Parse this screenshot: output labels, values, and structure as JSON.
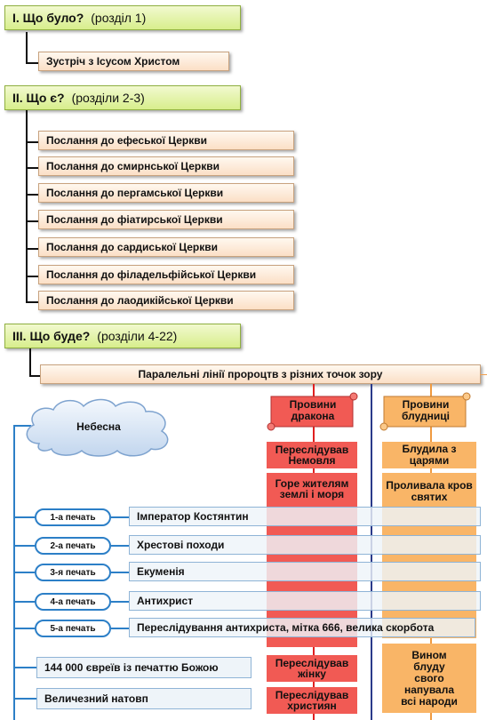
{
  "sections": [
    {
      "number": "I. Що було?",
      "ref": "(розділ 1)"
    },
    {
      "number": "II. Що є?",
      "ref": "(розділи 2-3)"
    },
    {
      "number": "III. Що буде?",
      "ref": "(розділи 4-22)"
    }
  ],
  "section1_items": [
    "Зустріч з Ісусом Христом"
  ],
  "section2_items": [
    "Послання до ефеської Церкви",
    "Послання до смирнської Церкви",
    "Послання до пергамської Церкви",
    "Послання до фіатирської Церкви",
    "Послання до сардиської Церкви",
    "Послання до філадельфійської Церкви",
    "Послання до лаодикійської Церкви"
  ],
  "parallel_lines": "Паралельні лінії пророцтв з різних точок зору",
  "heaven": "Небесна",
  "dragon_scroll": "Провини дракона",
  "harlot_scroll": "Провини блудниці",
  "red_events": [
    "Переслідував Немовля",
    "Горе жителям землі і моря",
    "Переслідував жінку",
    "Переслідував християн"
  ],
  "orange_events": [
    "Блудила з царями",
    "Проливала кров святих",
    "Вином блуду свого напувала всі народи"
  ],
  "seals": [
    {
      "seal": "1-а печать",
      "text": "Імператор Костянтин"
    },
    {
      "seal": "2-а печать",
      "text": "Хрестові походи"
    },
    {
      "seal": "3-я печать",
      "text": "Екуменія"
    },
    {
      "seal": "4-а печать",
      "text": "Антихрист"
    },
    {
      "seal": "5-а печать",
      "text": "Переслідування антихриста, мітка 666, велика скорбота"
    }
  ],
  "groups": [
    "144 000 євреїв із печаттю Божою",
    "Величезний натовп"
  ],
  "colors": {
    "section_green": "#d8ee8c",
    "item_peach": "#fbdfc6",
    "red": "#f15a54",
    "orange": "#f9b567",
    "blue_line": "#2c7fc7"
  }
}
